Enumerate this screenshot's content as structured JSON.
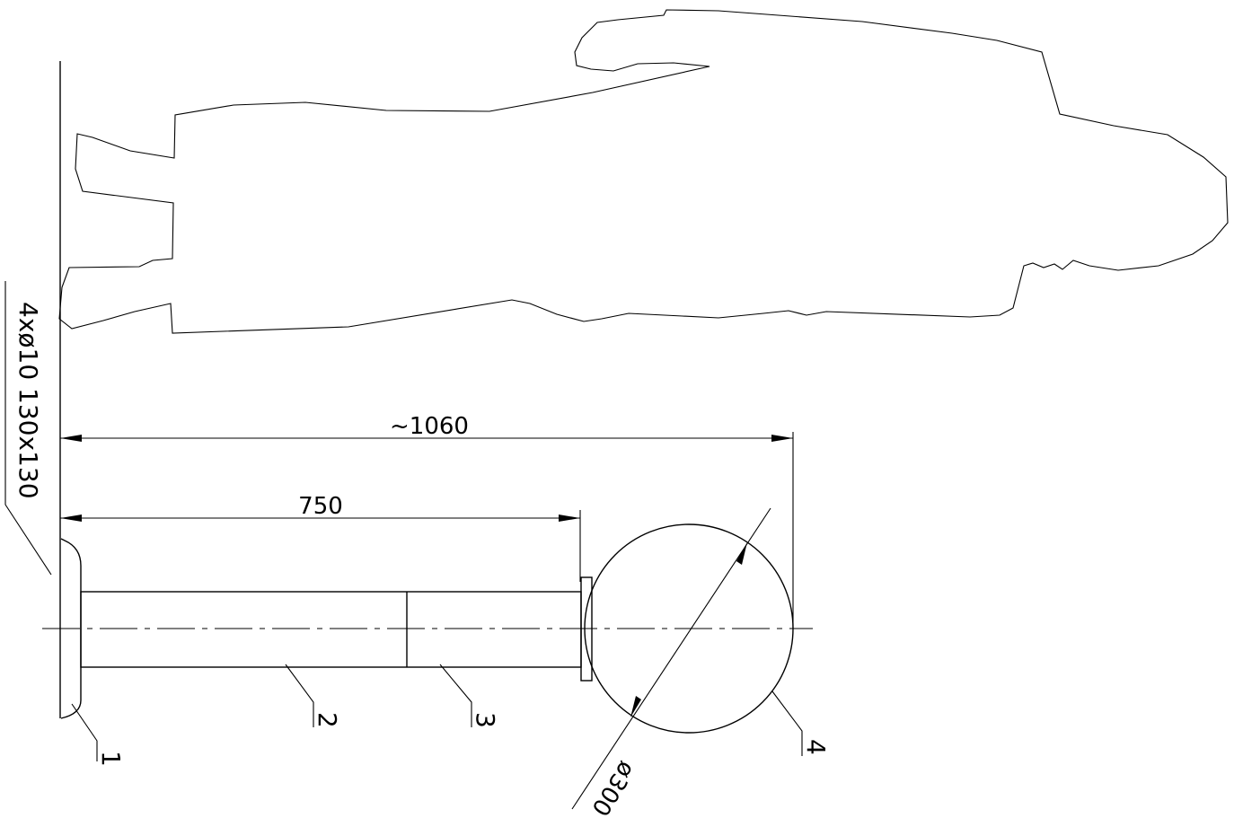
{
  "dimensions": {
    "overall_length": "~1060",
    "bar_length": "750",
    "ball_diameter": "ø300"
  },
  "annotations": {
    "mounting_spec": "4xø10 130x130"
  },
  "part_labels": [
    "1",
    "2",
    "3",
    "4"
  ]
}
